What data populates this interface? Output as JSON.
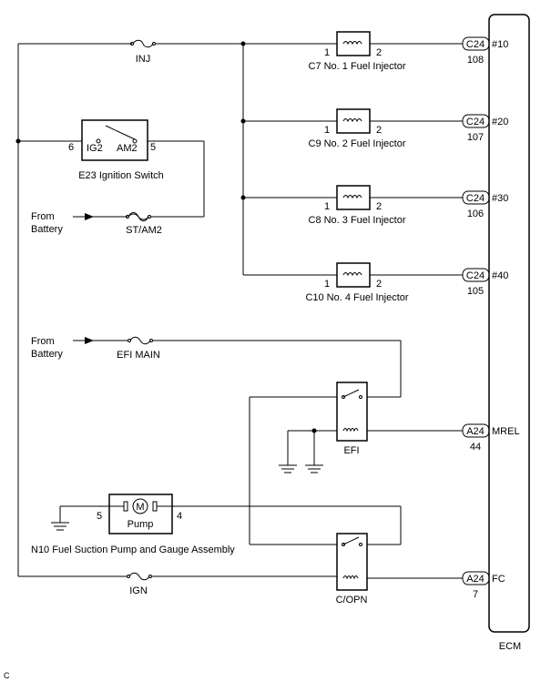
{
  "ecm": {
    "label": "ECM",
    "pins": [
      {
        "connector": "C24",
        "number": "108",
        "signal": "#10"
      },
      {
        "connector": "C24",
        "number": "107",
        "signal": "#20"
      },
      {
        "connector": "C24",
        "number": "106",
        "signal": "#30"
      },
      {
        "connector": "C24",
        "number": "105",
        "signal": "#40"
      },
      {
        "connector": "A24",
        "number": "44",
        "signal": "MREL"
      },
      {
        "connector": "A24",
        "number": "7",
        "signal": "FC"
      }
    ]
  },
  "injectors": [
    {
      "label": "C7 No. 1 Fuel Injector",
      "pin_in": "1",
      "pin_out": "2"
    },
    {
      "label": "C9 No. 2 Fuel Injector",
      "pin_in": "1",
      "pin_out": "2"
    },
    {
      "label": "C8 No. 3 Fuel Injector",
      "pin_in": "1",
      "pin_out": "2"
    },
    {
      "label": "C10 No. 4 Fuel Injector",
      "pin_in": "1",
      "pin_out": "2"
    }
  ],
  "fuses": {
    "inj": "INJ",
    "st_am2": "ST/AM2",
    "efi_main": "EFI MAIN",
    "ign": "IGN"
  },
  "ignition_switch": {
    "label": "E23 Ignition Switch",
    "terminal_left": "IG2",
    "terminal_right": "AM2",
    "pin_left": "6",
    "pin_right": "5"
  },
  "battery_sources": [
    {
      "line1": "From",
      "line2": "Battery"
    },
    {
      "line1": "From",
      "line2": "Battery"
    }
  ],
  "relays": {
    "efi": "EFI",
    "copn": "C/OPN"
  },
  "pump": {
    "symbol": "M",
    "label": "Pump",
    "pin_left": "5",
    "pin_right": "4",
    "assembly": "N10 Fuel Suction Pump and Gauge Assembly"
  },
  "corner_mark": "C"
}
